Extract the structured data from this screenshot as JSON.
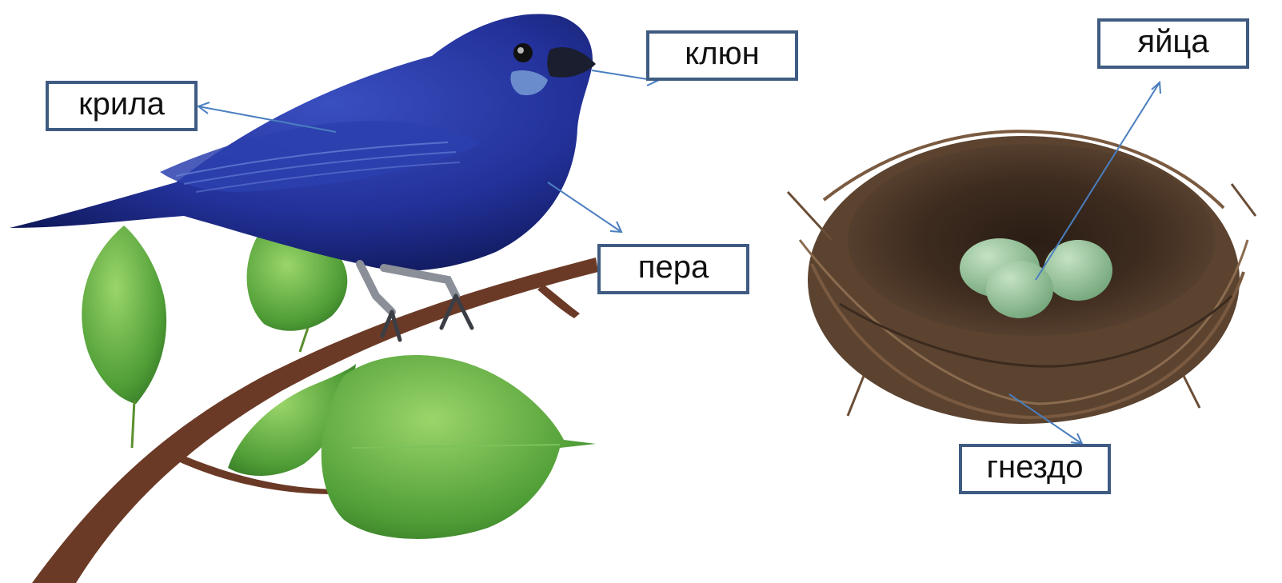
{
  "labels": {
    "wings": "крила",
    "beak": "клюн",
    "feathers": "пера",
    "eggs": "яйца",
    "nest": "гнездо"
  },
  "colors": {
    "box_border": "#3f5b82",
    "pointer": "#4a7ebf",
    "bird": "#1f2f8a",
    "leaf": "#5aa53a",
    "branch": "#6b3a26",
    "nest": "#4a3728",
    "egg": "#94c39a"
  }
}
